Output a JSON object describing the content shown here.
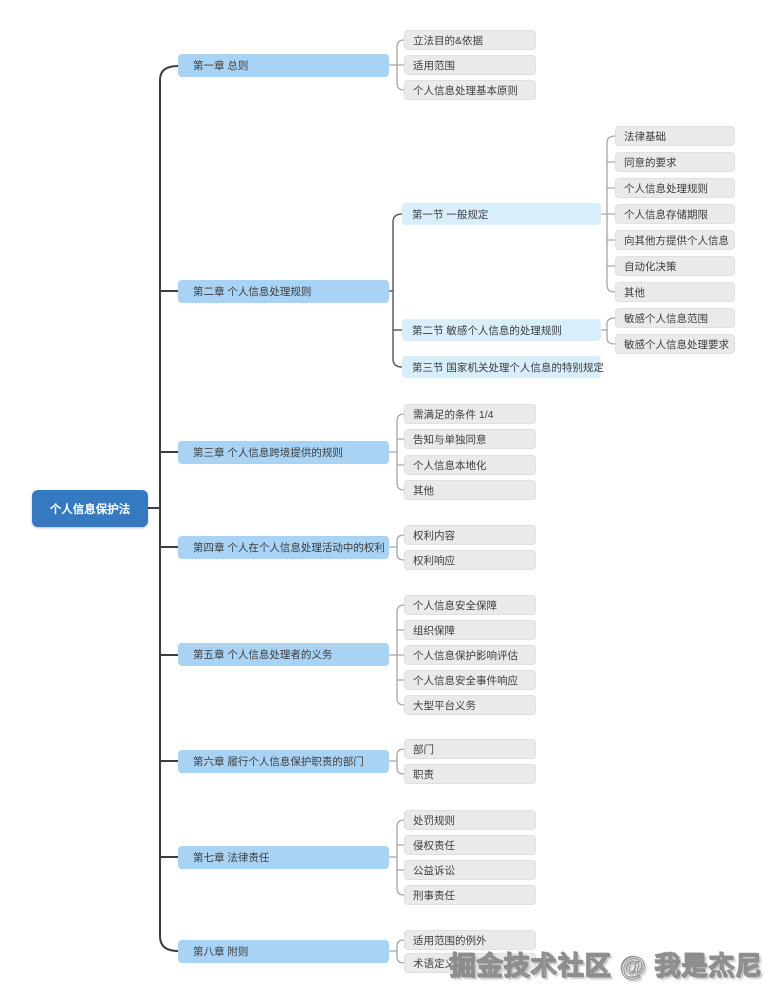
{
  "root": {
    "label": "个人信息保护法"
  },
  "chapters": [
    {
      "label": "第一章 总则",
      "children": [
        "立法目的&依据",
        "适用范围",
        "个人信息处理基本原则"
      ]
    },
    {
      "label": "第二章 个人信息处理规则",
      "sections": [
        {
          "label": "第一节 一般规定",
          "children": [
            "法律基础",
            "同意的要求",
            "个人信息处理规则",
            "个人信息存储期限",
            "向其他方提供个人信息",
            "自动化决策",
            "其他"
          ]
        },
        {
          "label": "第二节 敏感个人信息的处理规则",
          "children": [
            "敏感个人信息范围",
            "敏感个人信息处理要求"
          ]
        },
        {
          "label": "第三节 国家机关处理个人信息的特别规定",
          "children": []
        }
      ]
    },
    {
      "label": "第三章 个人信息跨境提供的规则",
      "children": [
        "需满足的条件 1/4",
        "告知与单独同意",
        "个人信息本地化",
        "其他"
      ]
    },
    {
      "label": "第四章 个人在个人信息处理活动中的权利",
      "children": [
        "权利内容",
        "权利响应"
      ]
    },
    {
      "label": "第五章 个人信息处理者的义务",
      "children": [
        "个人信息安全保障",
        "组织保障",
        "个人信息保护影响评估",
        "个人信息安全事件响应",
        "大型平台义务"
      ]
    },
    {
      "label": "第六章 履行个人信息保护职责的部门",
      "children": [
        "部门",
        "职责"
      ]
    },
    {
      "label": "第七章 法律责任",
      "children": [
        "处罚规则",
        "侵权责任",
        "公益诉讼",
        "刑事责任"
      ]
    },
    {
      "label": "第八章 附则",
      "children": [
        "适用范围的例外",
        "术语定义"
      ]
    }
  ],
  "watermark": {
    "text": "掘金技术社区 @ 我是杰尼"
  },
  "colors": {
    "root_bg": "#3579c0",
    "chapter_bg": "#a9d3f4",
    "section_bg": "#d8eefb",
    "leaf_bg": "#eaeaea",
    "spine_line": "#3e3e3e",
    "branch_line": "#5f5f5f",
    "leaf_line": "#a6a6a6"
  }
}
